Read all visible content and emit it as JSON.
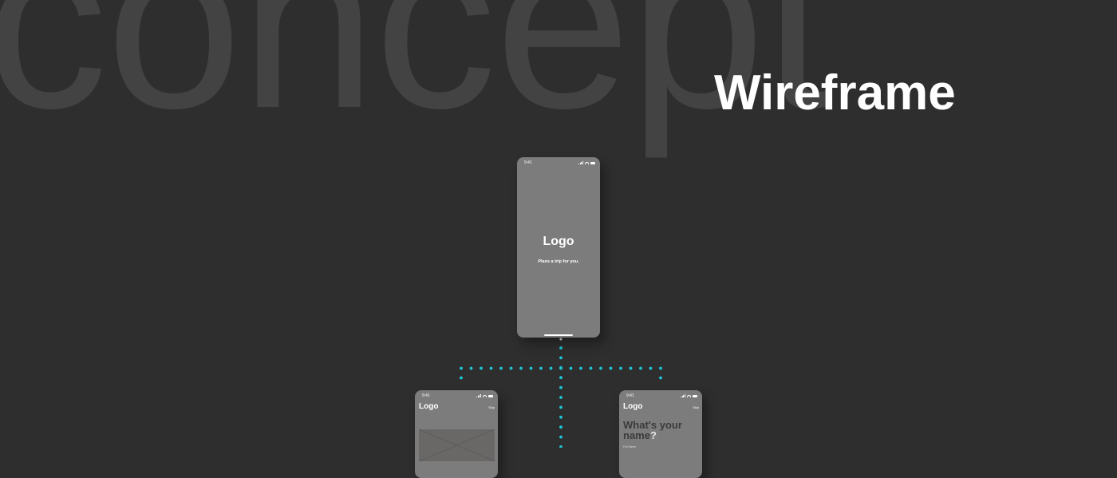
{
  "background_word": "concept",
  "title": "Wireframe",
  "colors": {
    "background": "#2e2e2f",
    "background_word": "#434343",
    "phone_fill": "#7c7c7c",
    "connector": "#1cc7d6",
    "title": "#ffffff"
  },
  "splash_screen": {
    "status_time": "9:41",
    "logo": "Logo",
    "tagline": "Plans a trip for you."
  },
  "onboarding_screen": {
    "status_time": "9:41",
    "logo": "Logo",
    "skip": "Skip"
  },
  "name_screen": {
    "status_time": "9:41",
    "logo": "Logo",
    "skip": "Skip",
    "question": "What's your name",
    "question_mark": "?",
    "field_label": "Full Name"
  }
}
